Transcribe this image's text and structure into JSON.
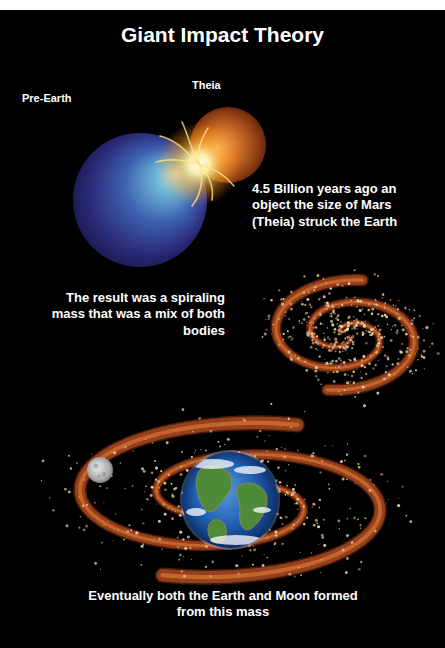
{
  "diagram": {
    "title": "Giant Impact Theory",
    "labels": [
      "Pre-Earth",
      "Theia",
      "4.5 Billion years ago an object the size of Mars (Theia) struck the Earth",
      "The result was a spiraling mass that was a mix of both bodies",
      "Eventually both the Earth and Moon formed from this mass"
    ]
  }
}
